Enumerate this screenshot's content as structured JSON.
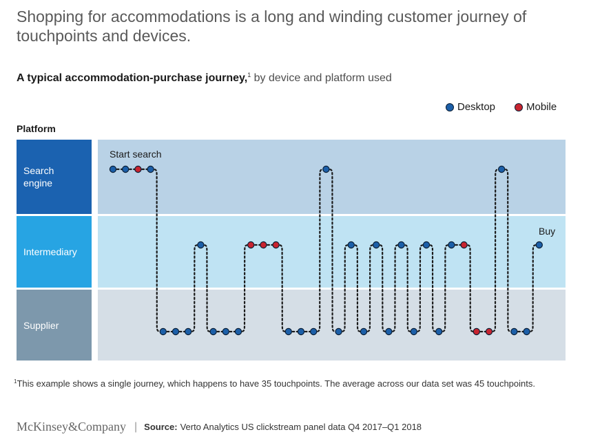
{
  "headline": "Shopping for accommodations is a long and winding customer journey of touchpoints and devices.",
  "subtitle": {
    "bold": "A typical accommodation-purchase journey,",
    "sup": "1",
    "rest": " by device and platform used"
  },
  "legend": [
    {
      "label": "Desktop",
      "color": "#1c5fa8"
    },
    {
      "label": "Mobile",
      "color": "#c8242f"
    }
  ],
  "platform_label": "Platform",
  "rows": [
    {
      "label": "Search engine",
      "color": "#1b62b0",
      "band_color": "#b9d2e6"
    },
    {
      "label": "Intermediary",
      "color": "#27a4e3",
      "band_color": "#bfe3f3"
    },
    {
      "label": "Supplier",
      "color": "#7d98ac",
      "band_color": "#d5dee6"
    }
  ],
  "annotations": {
    "start": "Start search",
    "end": "Buy"
  },
  "journey": {
    "description_note": "ordered touchpoints: platform (0=Search engine,1=Intermediary,2=Supplier), device (D=Desktop,M=Mobile)",
    "touchpoints": [
      {
        "p": 0,
        "d": "D"
      },
      {
        "p": 0,
        "d": "D"
      },
      {
        "p": 0,
        "d": "M"
      },
      {
        "p": 0,
        "d": "D"
      },
      {
        "p": 2,
        "d": "D"
      },
      {
        "p": 2,
        "d": "D"
      },
      {
        "p": 2,
        "d": "D"
      },
      {
        "p": 1,
        "d": "D"
      },
      {
        "p": 2,
        "d": "D"
      },
      {
        "p": 2,
        "d": "D"
      },
      {
        "p": 2,
        "d": "D"
      },
      {
        "p": 1,
        "d": "M"
      },
      {
        "p": 1,
        "d": "M"
      },
      {
        "p": 1,
        "d": "M"
      },
      {
        "p": 2,
        "d": "D"
      },
      {
        "p": 2,
        "d": "D"
      },
      {
        "p": 2,
        "d": "D"
      },
      {
        "p": 0,
        "d": "D"
      },
      {
        "p": 2,
        "d": "D"
      },
      {
        "p": 1,
        "d": "D"
      },
      {
        "p": 2,
        "d": "D"
      },
      {
        "p": 1,
        "d": "D"
      },
      {
        "p": 2,
        "d": "D"
      },
      {
        "p": 1,
        "d": "D"
      },
      {
        "p": 2,
        "d": "D"
      },
      {
        "p": 1,
        "d": "D"
      },
      {
        "p": 2,
        "d": "D"
      },
      {
        "p": 1,
        "d": "D"
      },
      {
        "p": 1,
        "d": "M"
      },
      {
        "p": 2,
        "d": "M"
      },
      {
        "p": 2,
        "d": "M"
      },
      {
        "p": 0,
        "d": "D"
      },
      {
        "p": 2,
        "d": "D"
      },
      {
        "p": 2,
        "d": "D"
      },
      {
        "p": 1,
        "d": "D"
      }
    ]
  },
  "footnote": {
    "sup": "1",
    "text": "This example shows a single journey, which happens to have 35 touchpoints. The average across our data set was 45 touchpoints."
  },
  "footer": {
    "logo": "McKinsey&Company",
    "sep": "|",
    "source_label": "Source:",
    "source_text": "Verto Analytics US clickstream panel data Q4 2017–Q1 2018"
  }
}
